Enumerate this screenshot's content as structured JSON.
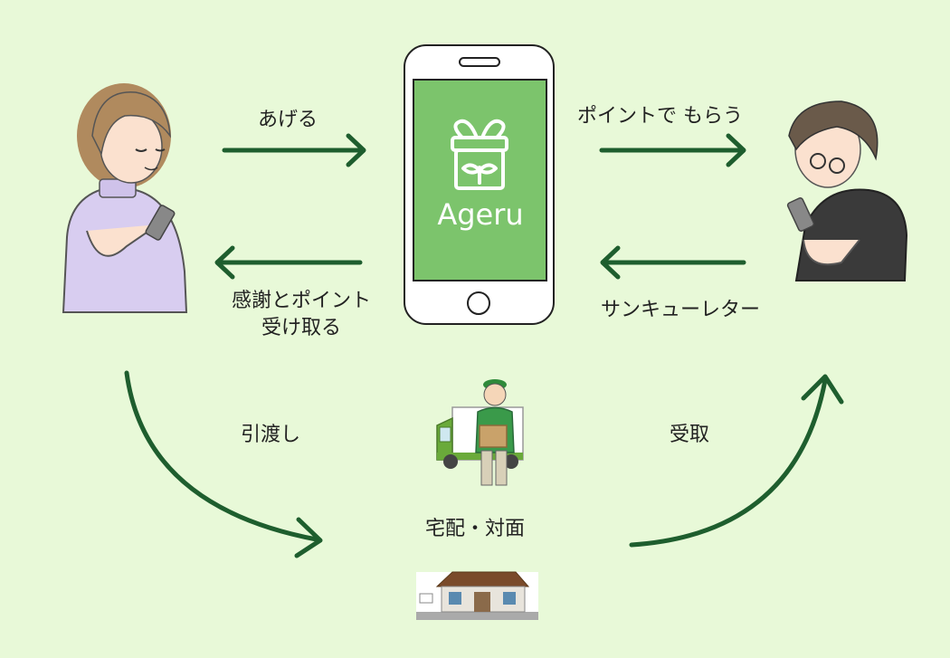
{
  "app": {
    "name": "Ageru"
  },
  "flows": {
    "give": "あげる",
    "get_points": "ポイントで もらう",
    "thanks_line1": "感謝とポイント",
    "thanks_line2": "受け取る",
    "thank_you_letter": "サンキューレター",
    "handover": "引渡し",
    "receive": "受取",
    "delivery": "宅配・対面"
  },
  "colors": {
    "background": "#e8f9d8",
    "arrow": "#1e5e2e",
    "screen": "#7cc46c"
  },
  "icons": [
    "gift-icon",
    "arrow-right-icon",
    "arrow-left-icon",
    "curved-arrow-icon"
  ]
}
